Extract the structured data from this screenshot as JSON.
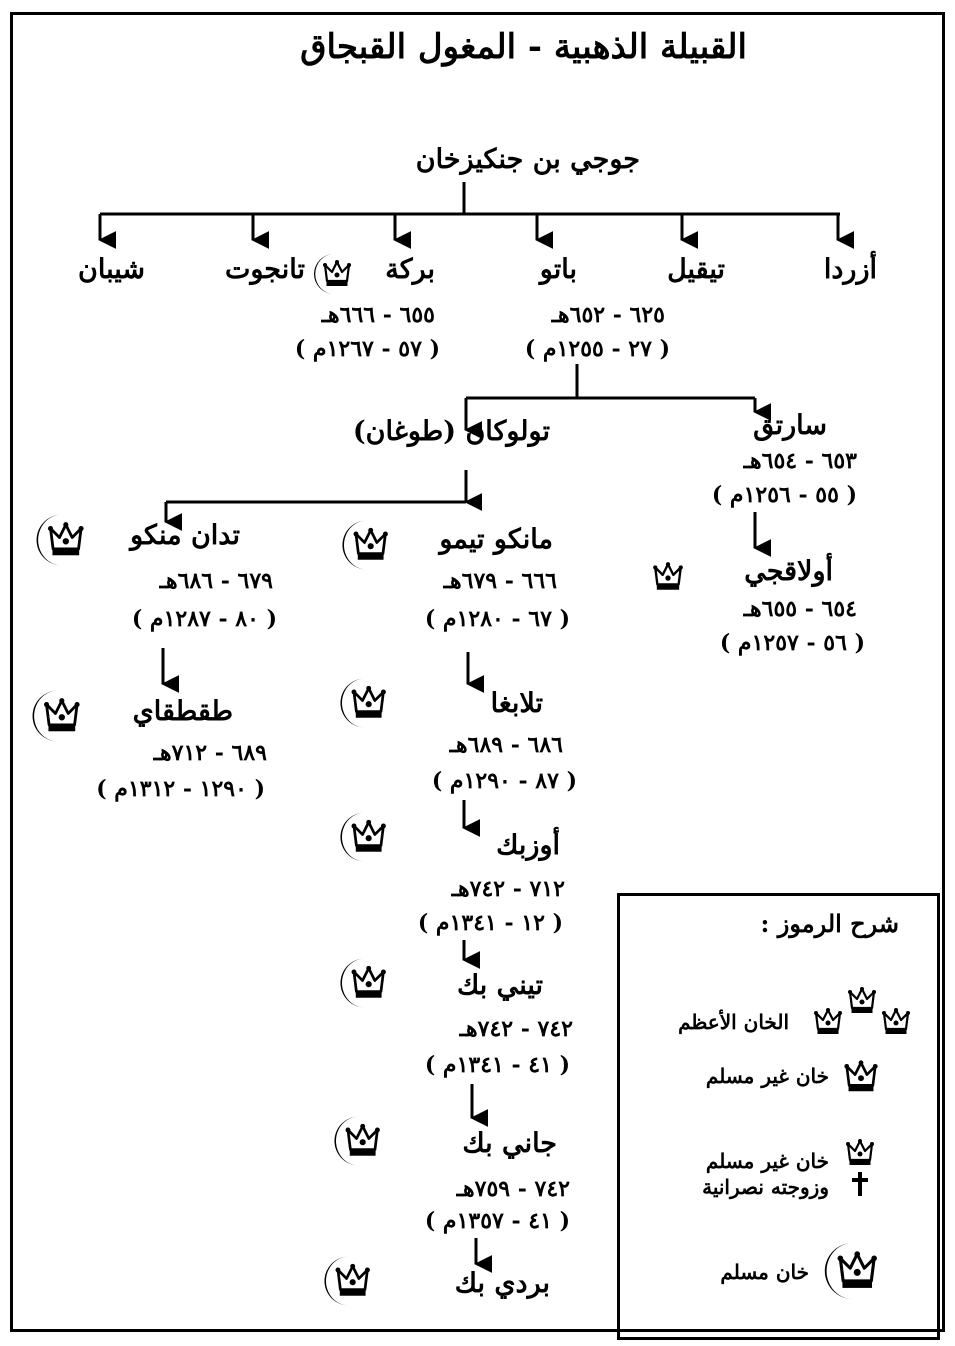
{
  "title": "القبيلة الذهبية - المغول القبجاق",
  "root": "جوجي بن جنكيزخان",
  "sons": [
    "أزردا",
    "تيقيل",
    "باتو",
    "بركة",
    "تانجوت",
    "شيبان"
  ],
  "batu_dates": {
    "h": "٦٢٥ - ٦٥٢هـ",
    "m": "( ٢٧ - ١٢٥٥م )"
  },
  "berke_dates": {
    "h": "٦٥٥ - ٦٦٦هـ",
    "m": "( ٥٧ - ١٢٦٧م )"
  },
  "sartaq": {
    "name": "سارتق",
    "h": "٦٥٣ - ٦٥٤هـ",
    "m": "( ٥٥ - ١٢٥٦م )"
  },
  "tolukan": "تولوكان (طوغان)",
  "ulaghchi": {
    "name": "أولاقجي",
    "h": "٦٥٤ - ٦٥٥هـ",
    "m": "( ٥٦ - ١٢٥٧م )"
  },
  "tuda_mengu": {
    "name": "تدان منكو",
    "h": "٦٧٩ - ٦٨٦هـ",
    "m": "( ٨٠ - ١٢٨٧م )"
  },
  "mengu_timur": {
    "name": "مانكو تيمو",
    "h": "٦٦٦ - ٦٧٩هـ",
    "m": "( ٦٧ - ١٢٨٠م )"
  },
  "tokhta": {
    "name": "طقطقاي",
    "h": "٦٨٩ - ٧١٢هـ",
    "m": "( ١٢٩٠ - ١٣١٢م )"
  },
  "tala_bugha": {
    "name": "تلابغا",
    "h": "٦٨٦ - ٦٨٩هـ",
    "m": "( ٨٧ - ١٢٩٠م )"
  },
  "uzbek": {
    "name": "أوزبك",
    "h": "٧١٢ - ٧٤٢هـ",
    "m": "( ١٢ - ١٣٤١م )"
  },
  "tini_beg": {
    "name": "تيني بك",
    "h": "٧٤٢ - ٧٤٢هـ",
    "m": "( ٤١ - ١٣٤١م )"
  },
  "jani_beg": {
    "name": "جاني بك",
    "h": "٧٤٢ - ٧٥٩هـ",
    "m": "( ٤١ - ١٣٥٧م )"
  },
  "berdi_beg": {
    "name": "بردي بك"
  },
  "legend": {
    "title": "شرح الرموز :",
    "items": [
      {
        "label": "الخان الأعظم",
        "icon": "three-crowns-icon"
      },
      {
        "label": "خان غير مسلم",
        "icon": "crown-icon"
      },
      {
        "label": "خان غير مسلم وزوجته نصرانية",
        "icon": "crown-cross-icon"
      },
      {
        "label": "خان مسلم",
        "icon": "crescent-crown-icon"
      }
    ]
  }
}
